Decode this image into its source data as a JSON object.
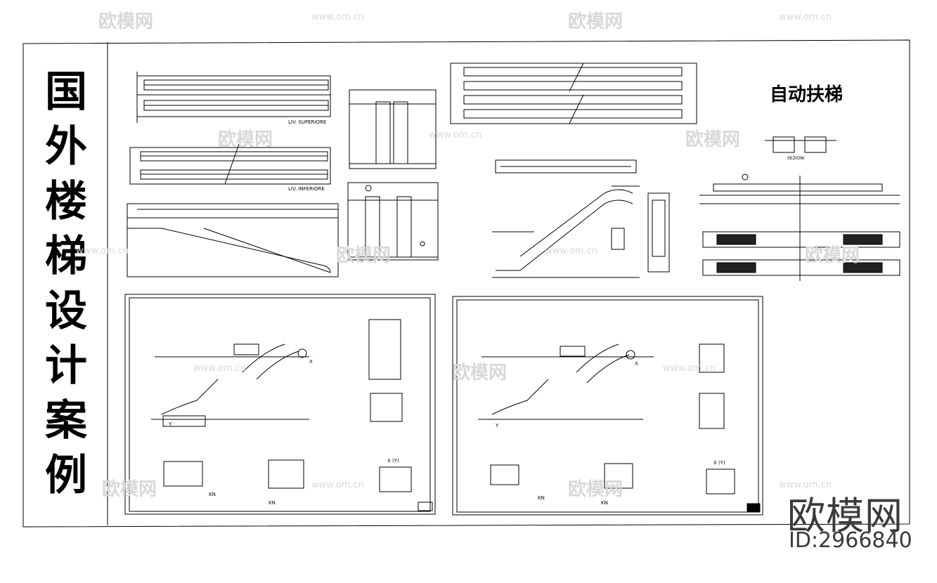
{
  "title_chars": [
    "国",
    "外",
    "楼",
    "梯",
    "设",
    "计",
    "案",
    "例"
  ],
  "heading": "自动扶梯",
  "labels": {
    "liv_superiore": "LIV. SUPERIORE",
    "liv_inferiore": "LIV. INFERIORE",
    "sezioni": "SEZIONI",
    "x_y_1": "X (Y)",
    "x_y_2": "X (Y)",
    "kn_1": "KN",
    "kn_2": "KN",
    "kn_3": "KN",
    "kn_4": "KN",
    "x_mark_1": "X",
    "x_mark_2": "X",
    "y_mark_1": "Y",
    "y_mark_2": "Y"
  },
  "watermark": {
    "brand": "欧模网",
    "url": "www.om.cn"
  },
  "footer": {
    "brand": "欧模网",
    "id": "ID:2966840"
  },
  "colors": {
    "line": "#000000",
    "watermark": "#d8d8d8",
    "brand": "#3a3a3a"
  }
}
